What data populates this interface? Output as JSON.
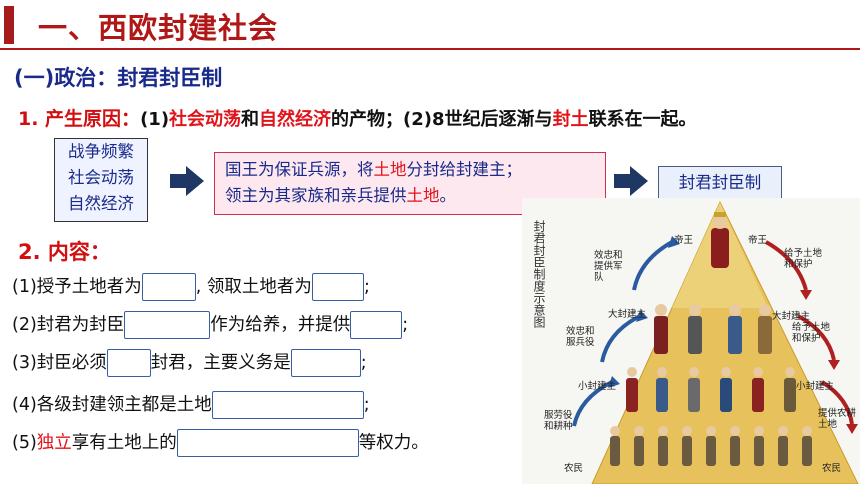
{
  "title": "一、西欧封建社会",
  "subtitle": "(一)政治：封君封臣制",
  "cause": {
    "label": "1. 产生原因：",
    "p1": "(1)",
    "r1": "社会动荡",
    "and": "和",
    "r2": "自然经济",
    "p2": "的产物；(2)8世纪后逐渐与",
    "r3": "封土",
    "p3": "联系在一起。"
  },
  "left_box": [
    "战争频繁",
    "社会动荡",
    "自然经济"
  ],
  "mid_box": {
    "l1a": "国王为保证兵源，将",
    "l1r": "土地",
    "l1b": "分封给封建主；",
    "l2a": "领主为其家族和亲兵提供",
    "l2r": "土地",
    "l2b": "。"
  },
  "right_box": "封君封臣制",
  "content": {
    "heading": "2. 内容：",
    "line1a": "(1)授予土地者为",
    "line1b": ", 领取土地者为",
    "line1c": ";",
    "line2a": "(2)封君为封臣",
    "line2b": "作为给养，并提供",
    "line2c": ";",
    "line3a": "(3)封臣必须",
    "line3b": "封君，主要义务是",
    "line3c": ";",
    "line4a": "(4)各级封建领主都是土地",
    "line4c": ";",
    "line5a": "(5)",
    "line5r": "独立",
    "line5b": "享有土地上的",
    "line5c": "等权力。"
  },
  "diagram": {
    "caption": "封君封臣制度示意图",
    "labels": {
      "king_left": "帝王",
      "king_right": "帝王",
      "loyalty1": "效忠和提供军队",
      "grant1": "给予土地和保护",
      "great_left": "大封建主",
      "great_right": "大封建主",
      "loyalty2": "效忠和服兵役",
      "grant2": "给予土地和保护",
      "small_left": "小封建主",
      "small_right": "小封建主",
      "labor": "服劳役和耕种",
      "provide_land": "提供农耕土地",
      "peasant_left": "农民",
      "peasant_right": "农民"
    }
  }
}
